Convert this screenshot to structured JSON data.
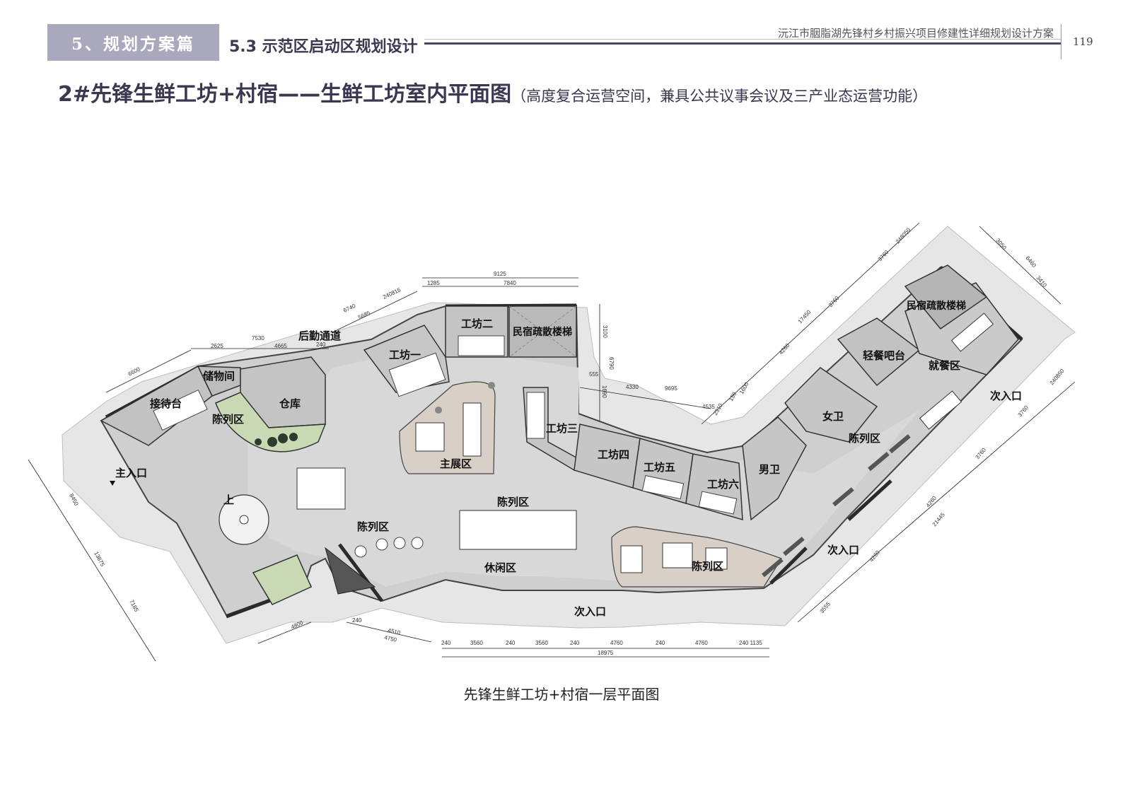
{
  "header": {
    "section_tag": "5、规划方案篇",
    "sub_title": "5.3 示范区启动区规划设计",
    "project_name": "沅江市胭脂湖先锋村乡村振兴项目修建性详细规划设计方案",
    "page_number": "119"
  },
  "title": {
    "main": "2#先锋生鲜工坊+村宿——生鲜工坊室内平面图",
    "note": "（高度复合运营空间，兼具公共议事会议及三产业态运营功能）"
  },
  "caption": "先锋生鲜工坊+村宿一层平面图",
  "rooms": {
    "rear_passage": "后勤通道",
    "storage_room": "储物间",
    "workshop_1": "工坊一",
    "workshop_2": "工坊二",
    "homestay_stairs_a": "民宿疏散楼梯",
    "homestay_stairs_b": "民宿疏散楼梯",
    "reception": "接待台",
    "warehouse": "仓库",
    "exhibition_a": "陈列区",
    "main_entrance": "主入口",
    "main_exhibition": "主展区",
    "workshop_3": "工坊三",
    "workshop_4": "工坊四",
    "workshop_5": "工坊五",
    "workshop_6": "工坊六",
    "light_meal_bar": "轻餐吧台",
    "dining_area": "就餐区",
    "secondary_entrance_a": "次入口",
    "womens_wc": "女卫",
    "exhibition_b": "陈列区",
    "mens_wc": "男卫",
    "up": "上",
    "exhibition_c": "陈列区",
    "exhibition_d": "陈列区",
    "lounge": "休闲区",
    "exhibition_e": "陈列区",
    "secondary_entrance_b": "次入口",
    "secondary_entrance_c": "次入口"
  },
  "dimensions": {
    "d9125": "9125",
    "d1285": "1285",
    "d7840": "7840",
    "d2625": "2625",
    "d7530": "7530",
    "d4665": "4665",
    "d240a": "240",
    "d6740": "6740",
    "d5685": "5685",
    "d240815": "240815",
    "d6600": "6600",
    "d3100": "3100",
    "d6790": "6790",
    "d1690": "1690",
    "d555": "555",
    "d4330": "4330",
    "d9695": "9695",
    "d4535": "4535",
    "d2310": "2310",
    "d150": "150",
    "d1600": "1600",
    "d4260a": "4260",
    "d17450": "17450",
    "d3760a": "3760",
    "d3760b": "3760",
    "d248050": "248050",
    "d3050": "3050",
    "d6460": "6460",
    "d3410": "3410",
    "d240850": "240850",
    "d3760c": "3760",
    "d3760d": "3760",
    "d4260b": "4260",
    "d21445": "21445",
    "d4260c": "4260",
    "d3555": "3555",
    "d8450": "8450",
    "d13875": "13875",
    "d7185": "7185",
    "d4800": "4800",
    "d4510": "4510",
    "d4750": "4750",
    "d240b": "240",
    "b240a": "240",
    "b3560a": "3560",
    "b240b": "240",
    "b3560b": "3560",
    "b240c": "240",
    "b4760a": "4760",
    "b240d": "240",
    "b4760b": "4760",
    "b2401135": "240 1135",
    "b18975": "18975"
  }
}
